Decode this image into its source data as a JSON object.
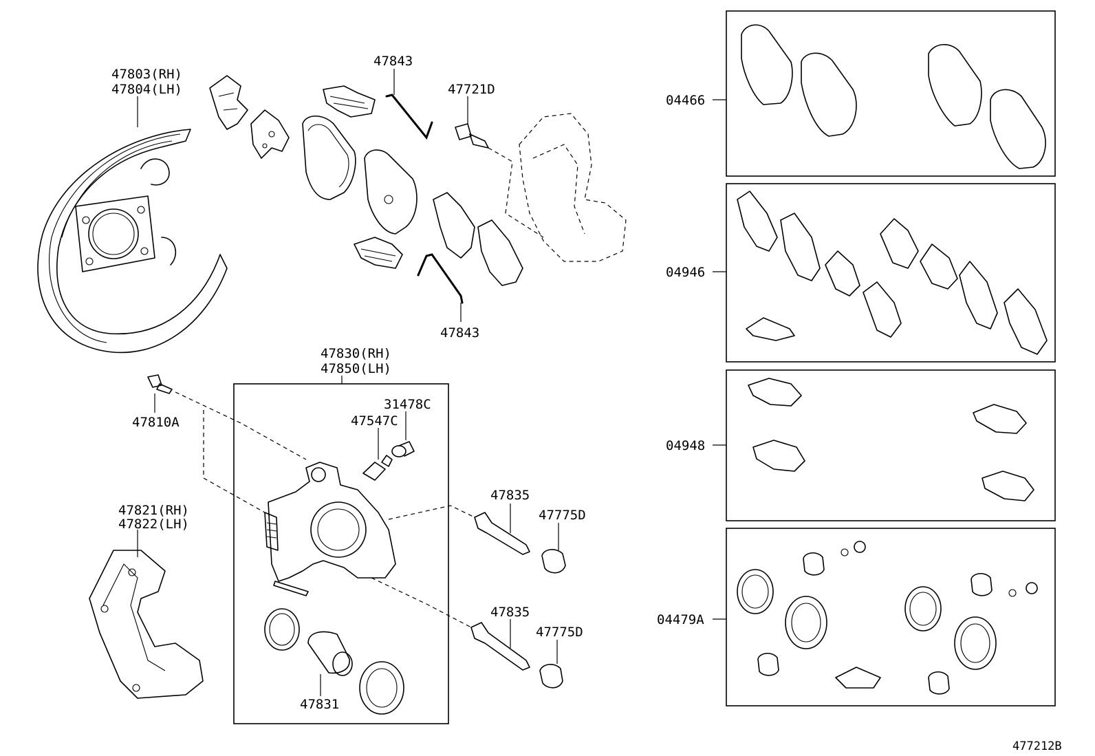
{
  "diagram_id": "477212B",
  "labels": {
    "p47803": "47803(RH)",
    "p47804": "47804(LH)",
    "p47843_top": "47843",
    "p47721d": "47721D",
    "p47843_bottom": "47843",
    "p47830": "47830(RH)",
    "p47850": "47850(LH)",
    "p47810a": "47810A",
    "p31478c": "31478C",
    "p47547c": "47547C",
    "p47835_top": "47835",
    "p47775d_top": "47775D",
    "p47835_bottom": "47835",
    "p47775d_bottom": "47775D",
    "p47821": "47821(RH)",
    "p47822": "47822(LH)",
    "p47831": "47831"
  },
  "kits": [
    {
      "code": "04466"
    },
    {
      "code": "04946"
    },
    {
      "code": "04948"
    },
    {
      "code": "04479A"
    }
  ]
}
